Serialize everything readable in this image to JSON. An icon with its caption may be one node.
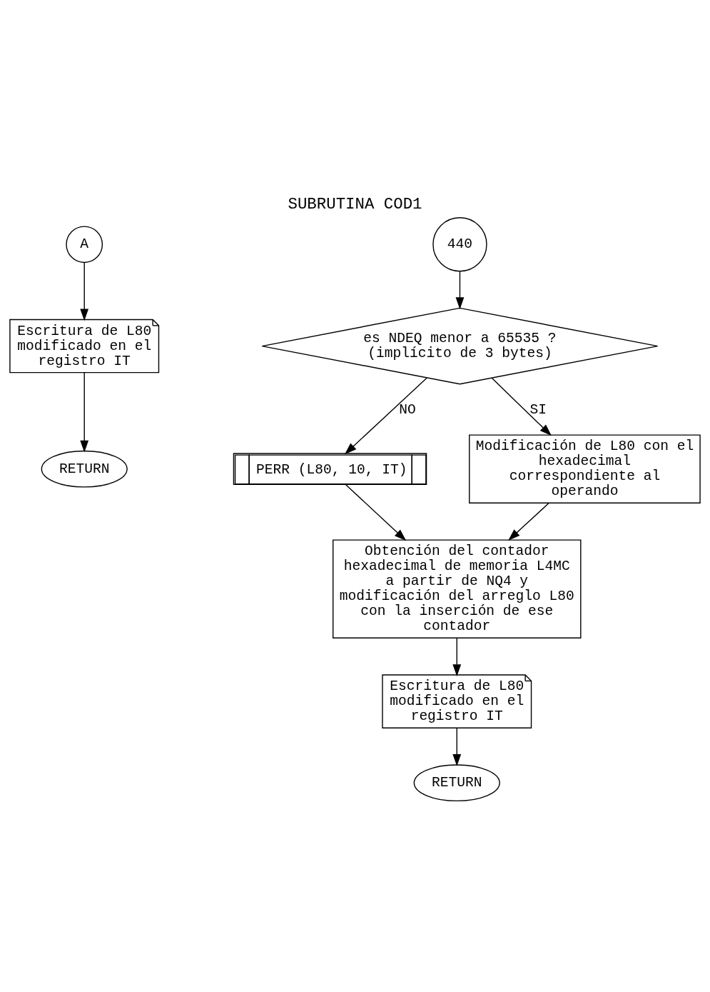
{
  "diagram": {
    "title": "SUBRUTINA COD1",
    "nodes": [
      {
        "text": [
          "A"
        ]
      },
      {
        "text": [
          "Escritura de L80 modificado en el registro IT"
        ]
      },
      {
        "text": [
          "RETURN"
        ]
      },
      {
        "text": [
          "440"
        ]
      },
      {
        "text": [
          "es NDEQ menor a 65535 ? (implícito de 3 bytes)"
        ]
      },
      {
        "text": [
          "PERR (L80, 10, IT)"
        ]
      },
      {
        "text": [
          "Modificación de L80 con el hexadecimal correspondiente al operando"
        ]
      },
      {
        "text": [
          "Obtención del contador hexadecimal de memoria L4MC a partir de NQ4 y modificación del arreglo L80 con la inserción de ese contador"
        ]
      },
      {
        "text": [
          "Escritura de L80 modificado en el registro IT"
        ]
      },
      {
        "text": [
          "RETURN"
        ]
      }
    ],
    "edges": [
      {
        "from": 0,
        "to": 1,
        "arrow": "to"
      },
      {
        "from": 1,
        "to": 2,
        "arrow": "to"
      },
      {
        "from": 3,
        "to": 4,
        "arrow": "to"
      },
      {
        "from": 4,
        "to": 5,
        "arrow": "to",
        "label": "NO"
      },
      {
        "from": 4,
        "to": 6,
        "arrow": "to",
        "label": "SI"
      },
      {
        "from": 5,
        "to": 7,
        "arrow": "to"
      },
      {
        "from": 6,
        "to": 7,
        "arrow": "to"
      },
      {
        "from": 7,
        "to": 8,
        "arrow": "to"
      },
      {
        "from": 8,
        "to": 9,
        "arrow": "to"
      }
    ]
  }
}
